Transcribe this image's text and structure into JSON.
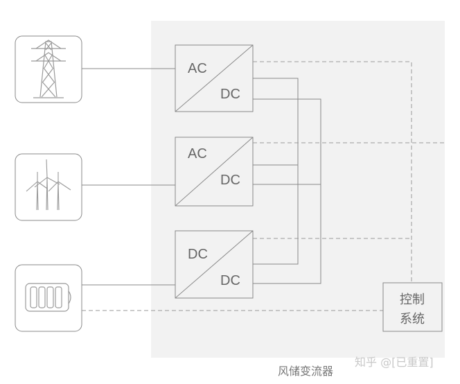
{
  "diagram": {
    "caption": "风储变流器",
    "watermark": "知乎 @[已重置]",
    "sources": [
      {
        "icon": "transmission-tower-icon"
      },
      {
        "icon": "wind-turbine-icon"
      },
      {
        "icon": "battery-icon"
      }
    ],
    "converters": [
      {
        "input": "AC",
        "output": "DC"
      },
      {
        "input": "AC",
        "output": "DC"
      },
      {
        "input": "DC",
        "output": "DC"
      }
    ],
    "control": {
      "line1": "控制",
      "line2": "系统"
    },
    "colors": {
      "panel": "#f2f2f2",
      "line": "#888888",
      "text": "#666666"
    }
  }
}
